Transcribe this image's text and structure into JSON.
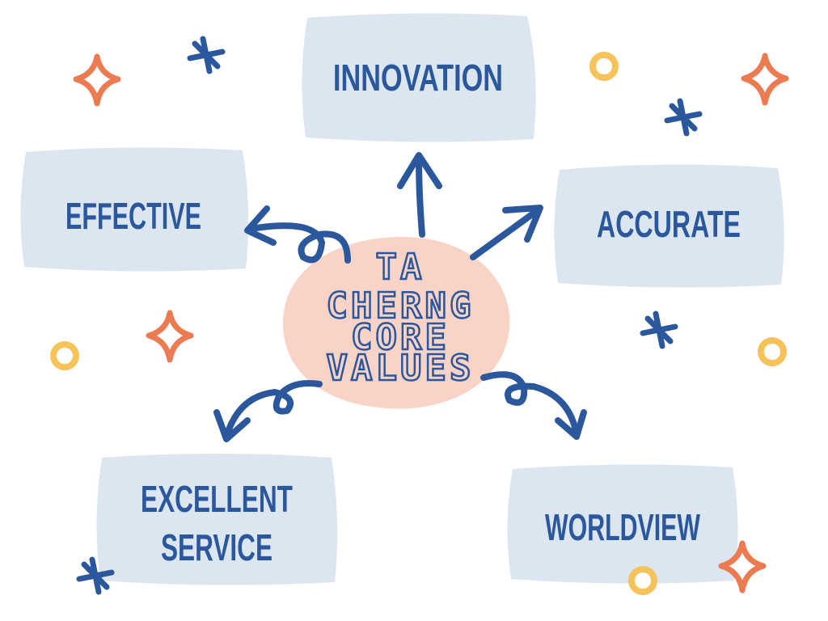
{
  "title": [
    "TA",
    "CHERNG",
    "CORE",
    "VALUES"
  ],
  "values": {
    "innovation": "INNOVATION",
    "effective": "EFFECTIVE",
    "accurate": "ACCURATE",
    "excellent_service": [
      "EXCELLENT",
      "SERVICE"
    ],
    "worldview": "WORLDVIEW"
  },
  "colors": {
    "primary": "#2b579c",
    "center": "#f9d3c5",
    "box": "#dbe6f1",
    "star": "#ec7b52",
    "dot": "#f6c25a"
  }
}
